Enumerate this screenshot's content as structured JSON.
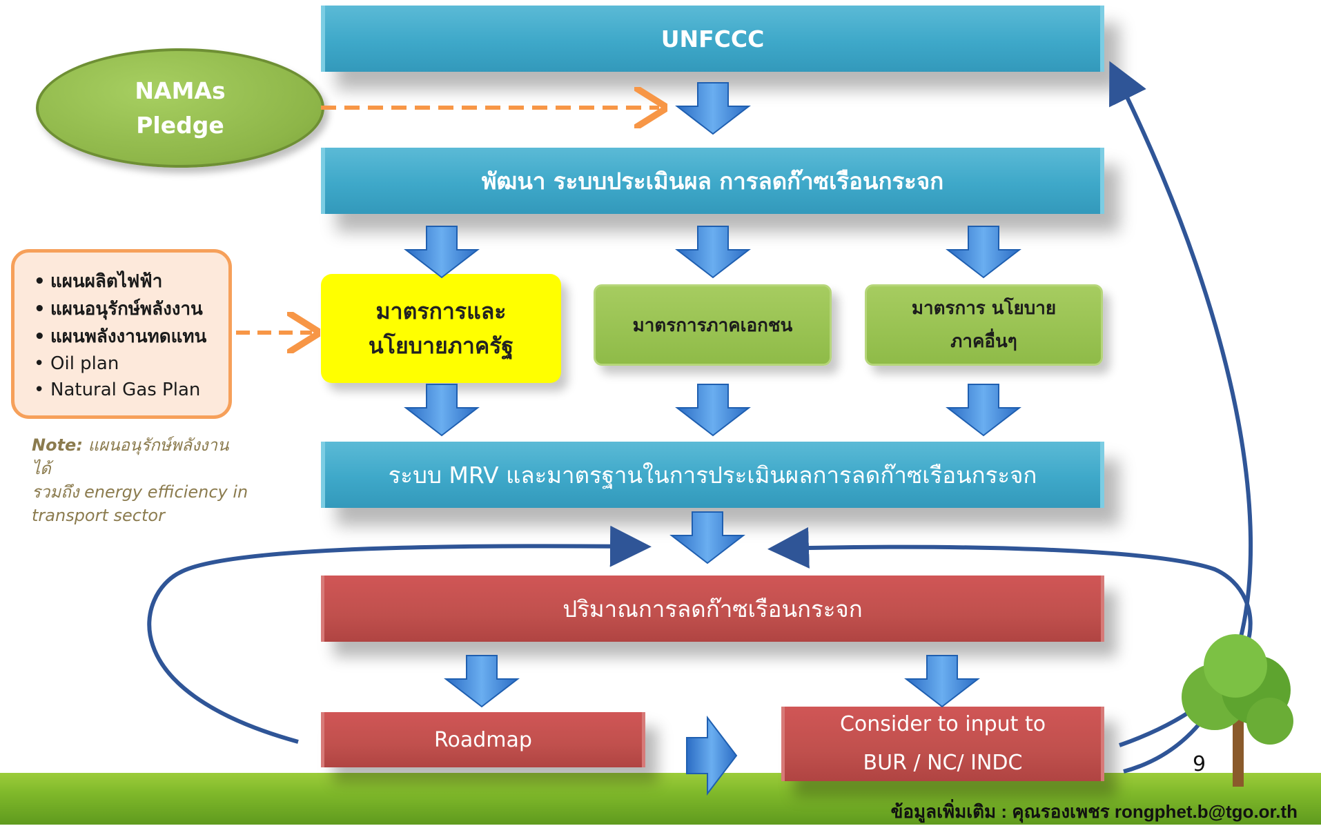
{
  "boxes": {
    "unfccc": "UNFCCC",
    "develop": "พัฒนา ระบบประเมินผล การลดก๊าซเรือนกระจก",
    "state_line1": "มาตรการและ",
    "state_line2": "นโยบายภาครัฐ",
    "private": "มาตรการภาคเอกชน",
    "other_line1": "มาตรการ นโยบาย",
    "other_line2": "ภาคอื่นๆ",
    "mrv": "ระบบ MRV และมาตรฐานในการประเมินผลการลดก๊าซเรือนกระจก",
    "reduction": "ปริมาณการลดก๊าซเรือนกระจก",
    "roadmap": "Roadmap",
    "consider_line1": "Consider to input to",
    "consider_line2": "BUR / NC/ INDC"
  },
  "namas": {
    "line1": "NAMAs",
    "line2": "Pledge"
  },
  "plans": [
    "แผนผลิตไฟฟ้า",
    "แผนอนุรักษ์พลังงาน",
    "แผนพลังงานทดแทน",
    "Oil plan",
    "Natural Gas Plan"
  ],
  "note": {
    "label": "Note:",
    "text1": "แผนอนุรักษ์พลังงาน ได้",
    "text2": "รวมถึง  energy efficiency in",
    "text3": "transport sector"
  },
  "page_number": "9",
  "footer": "ข้อมูลเพิ่มเติม : คุณรองเพชร  rongphet.b@tgo.or.th",
  "colors": {
    "teal": "#4bacc6",
    "red": "#c0504d",
    "green": "#9bbb59",
    "yellow": "#ffff00",
    "orange": "#f79646",
    "navy": "#2f5597"
  }
}
